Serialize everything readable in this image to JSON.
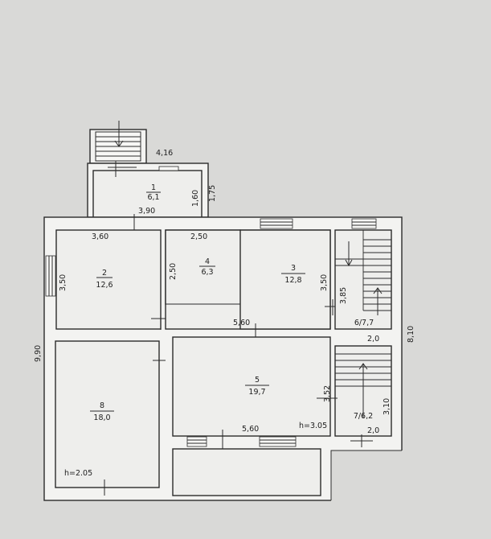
{
  "rooms": [
    {
      "id": "room-1",
      "number": "1",
      "area": "6,1"
    },
    {
      "id": "room-2",
      "number": "2",
      "area": "12,6"
    },
    {
      "id": "room-3",
      "number": "3",
      "area": "12,8"
    },
    {
      "id": "room-4",
      "number": "4",
      "area": "6,3"
    },
    {
      "id": "room-5",
      "number": "5",
      "area": "19,7"
    },
    {
      "id": "room-6",
      "label": "6/7,7"
    },
    {
      "id": "room-7",
      "label": "7/6,2"
    },
    {
      "id": "room-8",
      "number": "8",
      "area": "18,0"
    }
  ],
  "dimensions": {
    "porch_416": "4,16",
    "r1_160": "1,60",
    "r1_175": "1,75",
    "top_390": "3,90",
    "r2_360": "3,60",
    "r4_250": "2,50",
    "r2_350": "3,50",
    "r4_250v": "2,50",
    "r3_350": "3,50",
    "stair_385": "3,85",
    "mid_560": "5,60",
    "r6_20": "2,0",
    "total_810": "8,10",
    "total_990": "9,90",
    "r5_352": "3,52",
    "r7_310": "3,10",
    "bottom_560": "5,60",
    "r7_20b": "2,0"
  },
  "heights": {
    "h_305": "h=3.05",
    "h_205": "h=2.05"
  }
}
